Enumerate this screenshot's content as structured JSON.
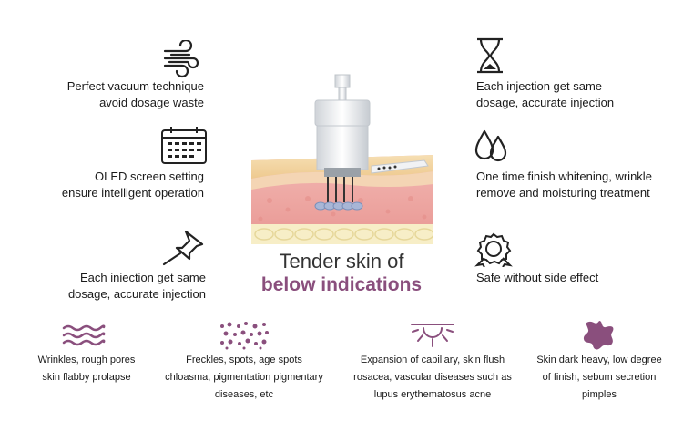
{
  "features_left": [
    {
      "line1": "Perfect vacuum technique",
      "line2": "avoid dosage waste",
      "icon": "wind-icon"
    },
    {
      "line1": "OLED screen setting",
      "line2": "ensure intelligent operation",
      "icon": "calendar-screen-icon"
    },
    {
      "line1": "Each iniection get same",
      "line2": "dosage, accurate injection",
      "icon": "pushpin-icon"
    }
  ],
  "features_right": [
    {
      "line1": "Each injection get same",
      "line2": "dosage, accurate injection",
      "icon": "hourglass-icon"
    },
    {
      "line1": "One time finish whitening, wrinkle",
      "line2": "remove and moisturing treatment",
      "icon": "drops-icon"
    },
    {
      "line1": "Safe without side effect",
      "icon": "badge-icon"
    }
  ],
  "center": {
    "line1": "Tender skin of",
    "line2": "below indications"
  },
  "conditions": [
    {
      "lines": [
        "Wrinkles, rough pores",
        "skin flabby prolapse"
      ],
      "icon": "waves-icon"
    },
    {
      "lines": [
        "Freckles, spots, age spots",
        "chloasma, pigmentation pigmentary",
        "diseases, etc"
      ],
      "icon": "dots-icon"
    },
    {
      "lines": [
        "Expansion of capillary, skin flush",
        "rosacea, vascular diseases such as",
        "lupus erythematosus acne"
      ],
      "icon": "sunrise-icon"
    },
    {
      "lines": [
        "Skin dark heavy, low degree",
        "of finish, sebum secretion",
        "pimples"
      ],
      "icon": "splat-icon"
    }
  ],
  "colors": {
    "accent": "#8a4f7d",
    "icon_dark": "#222222"
  }
}
